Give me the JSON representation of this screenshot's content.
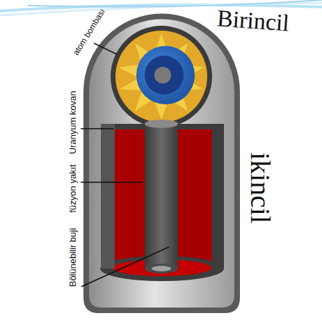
{
  "diagram": {
    "labels": [
      "Birincil",
      "atom bombası",
      "Uranyum kovan",
      "füzyon yakıt",
      "Bölünebilir buji",
      "ikincil"
    ]
  }
}
